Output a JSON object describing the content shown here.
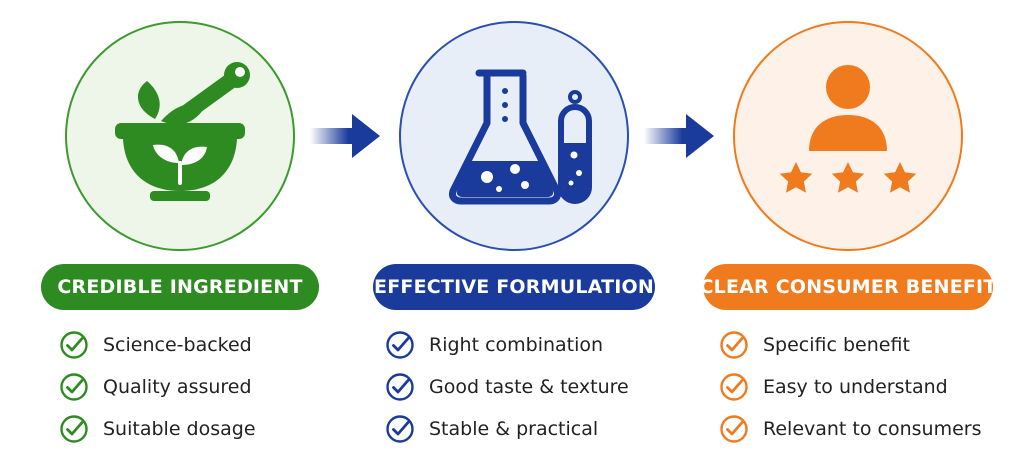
{
  "colors": {
    "green": "#2E8B22",
    "blue": "#1A3A9C",
    "orange": "#F07A1E",
    "green_circle_bg": "#EDF6E8",
    "blue_circle_bg": "#E7EEF8",
    "orange_circle_bg": "#FDF1E8"
  },
  "steps": [
    {
      "title": "CREDIBLE INGREDIENT",
      "icon": "mortar-pestle-leaf-icon",
      "items": [
        "Science-backed",
        "Quality assured",
        "Suitable dosage"
      ]
    },
    {
      "title": "EFFECTIVE FORMULATION",
      "icon": "flask-test-tube-icon",
      "items": [
        "Right combination",
        "Good taste & texture",
        "Stable & practical"
      ]
    },
    {
      "title": "CLEAR CONSUMER BENEFIT",
      "icon": "person-three-stars-icon",
      "items": [
        "Specific benefit",
        "Easy to understand",
        "Relevant to consumers"
      ]
    }
  ],
  "connectors": [
    "arrow-right-icon",
    "arrow-right-icon"
  ]
}
